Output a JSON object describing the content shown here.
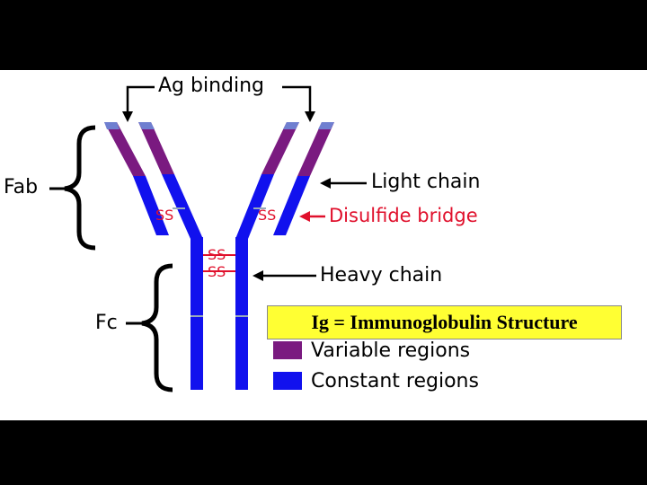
{
  "title": "Ig = Immunoglobulin Structure",
  "labels": {
    "ag_binding": "Ag binding",
    "fab": "Fab",
    "fc": "Fc",
    "light_chain": "Light chain",
    "disulfide_bridge": "Disulfide bridge",
    "heavy_chain": "Heavy chain",
    "ss": "SS"
  },
  "legend": {
    "variable": "Variable regions",
    "constant": "Constant regions"
  },
  "colors": {
    "variable": "#7a1a80",
    "constant": "#1111ee",
    "disulfide": "#e0102c",
    "title_box": "#ffff33",
    "panel": "#ffffff",
    "frame": "#000000"
  }
}
